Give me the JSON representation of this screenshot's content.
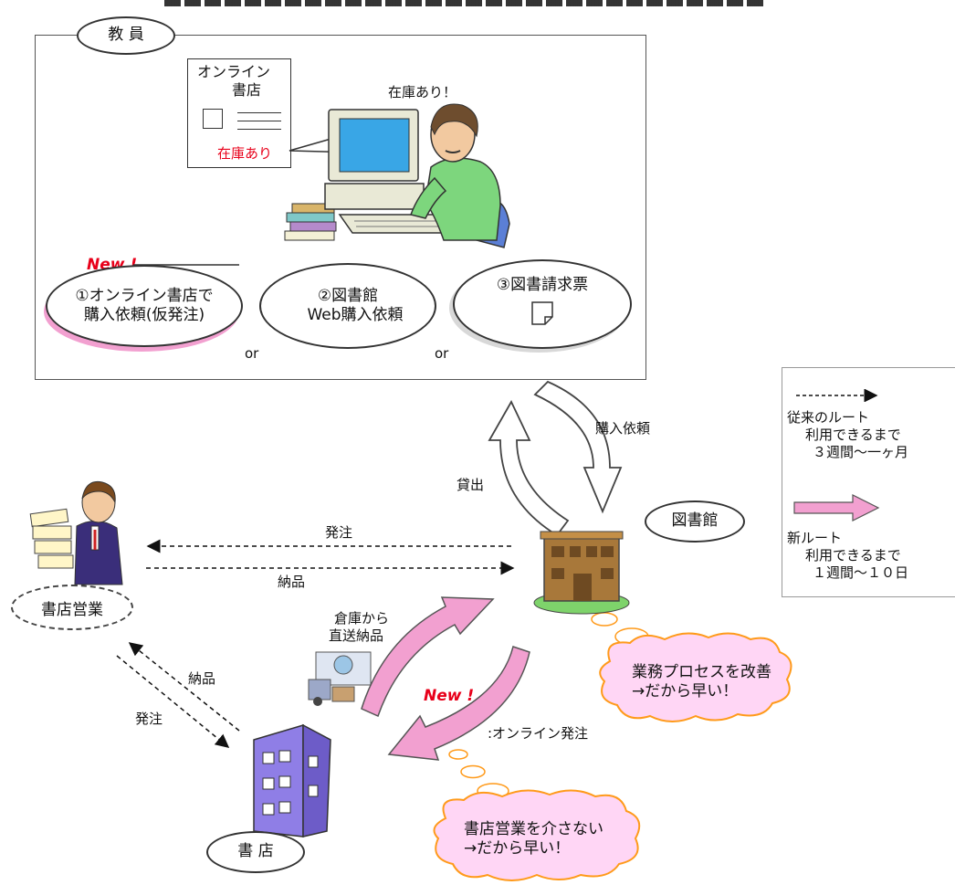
{
  "roles": {
    "teacher": "教 員",
    "library": "図書館",
    "bookstore_sales": "書店営業",
    "bookstore": "書 店"
  },
  "screen_panel": {
    "line1": "オンライン",
    "line2": "書店",
    "stock": "在庫あり"
  },
  "speech": "在庫あり！",
  "options": {
    "new_tag": "New !",
    "opt1_line1": "①オンライン書店で",
    "opt1_line2": "購入依頼(仮発注)",
    "opt2_line1": "②図書館",
    "opt2_line2": "Web購入依頼",
    "opt3": "③図書請求票",
    "or1": "or",
    "or2": "or"
  },
  "flows": {
    "purchase_request": "購入依頼",
    "lending": "貸出",
    "order_top": "発注",
    "delivery_top": "納品",
    "delivery_left": "納品",
    "order_left": "発注",
    "warehouse_line1": "倉庫から",
    "warehouse_line2": "直送納品",
    "new_tag": "New !",
    "online_order": ":オンライン発注"
  },
  "bubbles": {
    "library_line1": "業務プロセスを改善",
    "library_line2": "→だから早い！",
    "bookstore_line1": "書店営業を介さない",
    "bookstore_line2": "→だから早い！"
  },
  "legend": {
    "old_line1": "従来のルート",
    "old_line2": "利用できるまで",
    "old_line3": "３週間〜一ヶ月",
    "new_line1": "新ルート",
    "new_line2": "利用できるまで",
    "new_line3": "１週間〜１０日"
  },
  "colors": {
    "pink_arrow": "#f2a0d0",
    "new_red": "#e8001a",
    "bubble_pink": "#ffd6f5",
    "bubble_outline": "#ff9a1a",
    "building_brown": "#a8783a",
    "building_purple": "#8f7ee6"
  }
}
